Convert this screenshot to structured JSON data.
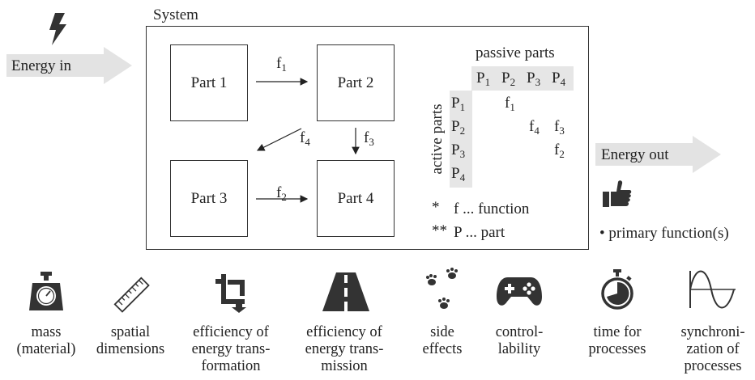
{
  "energy_in": "Energy in",
  "energy_out": "Energy out",
  "system_label": "System",
  "parts": [
    "Part 1",
    "Part 2",
    "Part 3",
    "Part 4"
  ],
  "functions": {
    "f1": "f",
    "f2": "f",
    "f3": "f",
    "f4": "f",
    "f1_sub": "1",
    "f2_sub": "2",
    "f3_sub": "3",
    "f4_sub": "4"
  },
  "matrix": {
    "passive_label": "passive parts",
    "active_label": "active parts",
    "header": [
      "P",
      "P",
      "P",
      "P"
    ],
    "header_sub": [
      "1",
      "2",
      "3",
      "4"
    ],
    "cells": [
      {
        "text": "f",
        "sub": "1"
      },
      {
        "text": "f",
        "sub": "4"
      },
      {
        "text": "f",
        "sub": "3"
      },
      {
        "text": "f",
        "sub": "2"
      }
    ]
  },
  "legend": {
    "star1": "*",
    "star1_text": "f ... function",
    "star2": "**",
    "star2_text": "P ... part"
  },
  "primary_function": "• primary function(s)",
  "criteria": [
    {
      "icon": "scale-icon",
      "label": "mass\n(material)"
    },
    {
      "icon": "ruler-icon",
      "label": "spatial\ndimensions"
    },
    {
      "icon": "crop-icon",
      "label": "efficiency of\nenergy trans-\nformation"
    },
    {
      "icon": "road-icon",
      "label": "efficiency of\nenergy trans-\nmission"
    },
    {
      "icon": "paw-prints-icon",
      "label": "side\neffects"
    },
    {
      "icon": "gamepad-icon",
      "label": "control-\nlability"
    },
    {
      "icon": "stopwatch-icon",
      "label": "time for\nprocesses"
    },
    {
      "icon": "sine-wave-icon",
      "label": "synchroni-\nzation of\nprocesses"
    }
  ],
  "colors": {
    "arrow_fill": "#e3e3e3",
    "matrix_header": "#e6e6e6",
    "icon": "#333333"
  }
}
